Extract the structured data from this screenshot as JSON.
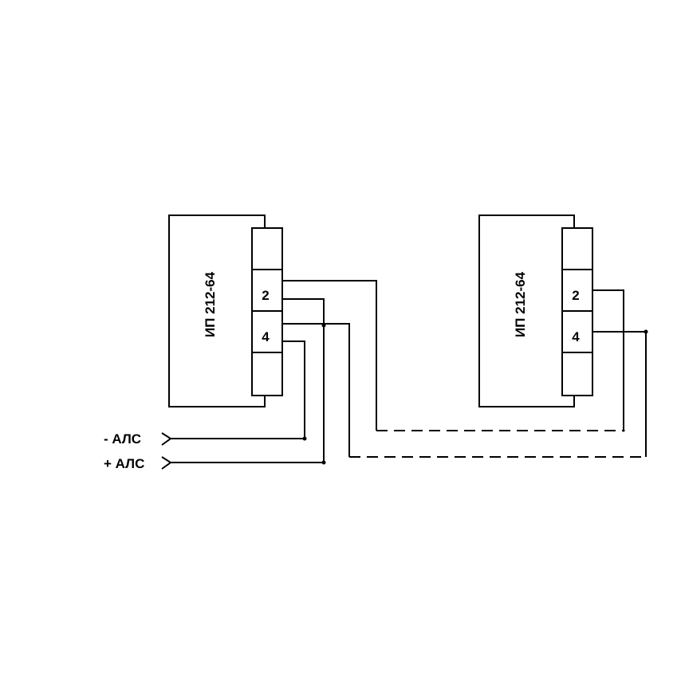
{
  "devices": [
    {
      "label": "ИП 212-64",
      "terminals": [
        "2",
        "4"
      ]
    },
    {
      "label": "ИП 212-64",
      "terminals": [
        "2",
        "4"
      ]
    }
  ],
  "inputs": {
    "minus": "- АЛС",
    "plus": "+ АЛС"
  },
  "colors": {
    "line": "#000000",
    "background": "#ffffff"
  }
}
